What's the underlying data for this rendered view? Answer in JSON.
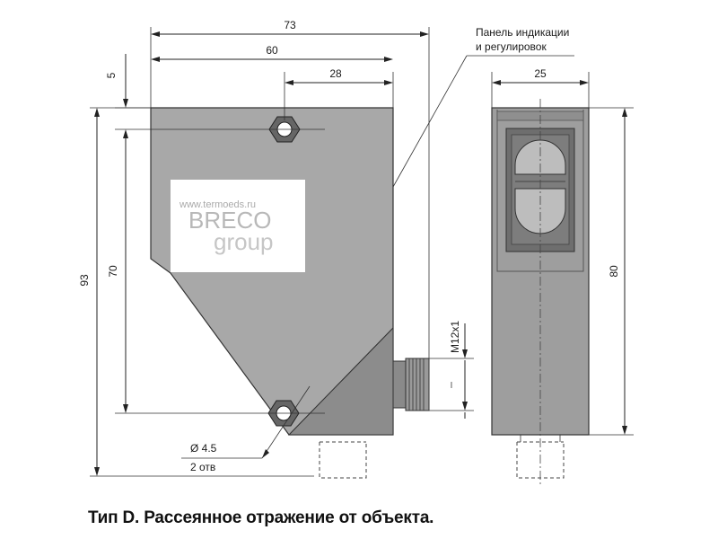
{
  "dimensions": {
    "d73": "73",
    "d60": "60",
    "d28": "28",
    "d5": "5",
    "d93": "93",
    "d70": "70",
    "d25": "25",
    "d80": "80",
    "thread": "M12x1",
    "hole_diameter": "Ø 4.5",
    "hole_count": "2 отв"
  },
  "annotations": {
    "panel_line1": "Панель индикации",
    "panel_line2": "и регулировок"
  },
  "watermark": {
    "url": "www.termoeds.ru",
    "brand_top": "BRECO",
    "brand_bottom": "group"
  },
  "caption": "Тип D. Рассеянное отражение от объекта."
}
